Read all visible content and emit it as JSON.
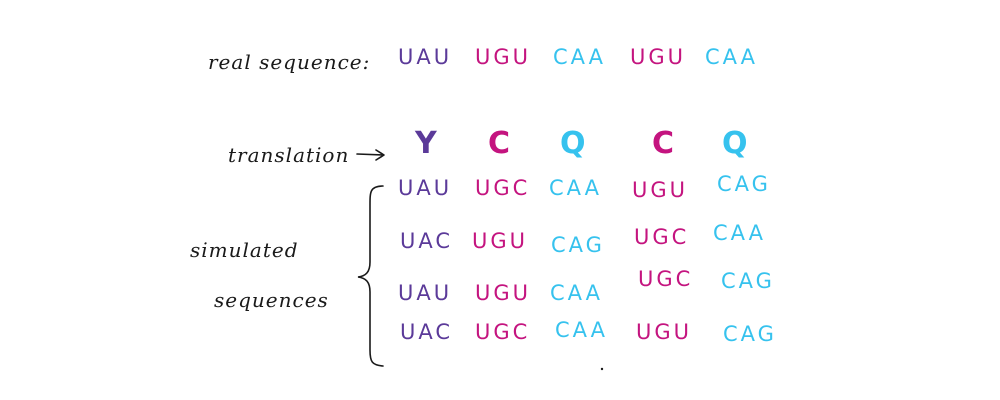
{
  "colors": {
    "purple": "#5b3a99",
    "magenta": "#c4147f",
    "cyan": "#36c2ee",
    "ink": "#1a1a1a"
  },
  "labels": {
    "real": "real sequence:",
    "translation": "translation",
    "simulated_line1": "simulated",
    "simulated_line2": "sequences"
  },
  "real_sequence": [
    {
      "text": "UAU",
      "color": "purple"
    },
    {
      "text": "UGU",
      "color": "magenta"
    },
    {
      "text": "CAA",
      "color": "cyan"
    },
    {
      "text": "UGU",
      "color": "magenta"
    },
    {
      "text": "CAA",
      "color": "cyan"
    }
  ],
  "translation": [
    {
      "text": "Y",
      "color": "purple"
    },
    {
      "text": "C",
      "color": "magenta"
    },
    {
      "text": "Q",
      "color": "cyan"
    },
    {
      "text": "C",
      "color": "magenta"
    },
    {
      "text": "Q",
      "color": "cyan"
    }
  ],
  "simulated_sequences": [
    [
      "UAU",
      "UGC",
      "CAA",
      "UGU",
      "CAG"
    ],
    [
      "UAC",
      "UGU",
      "CAG",
      "UGC",
      "CAA"
    ],
    [
      "UAU",
      "UGU",
      "CAA",
      "UGC",
      "CAG"
    ],
    [
      "UAC",
      "UGC",
      "CAA",
      "UGU",
      "CAG"
    ]
  ]
}
